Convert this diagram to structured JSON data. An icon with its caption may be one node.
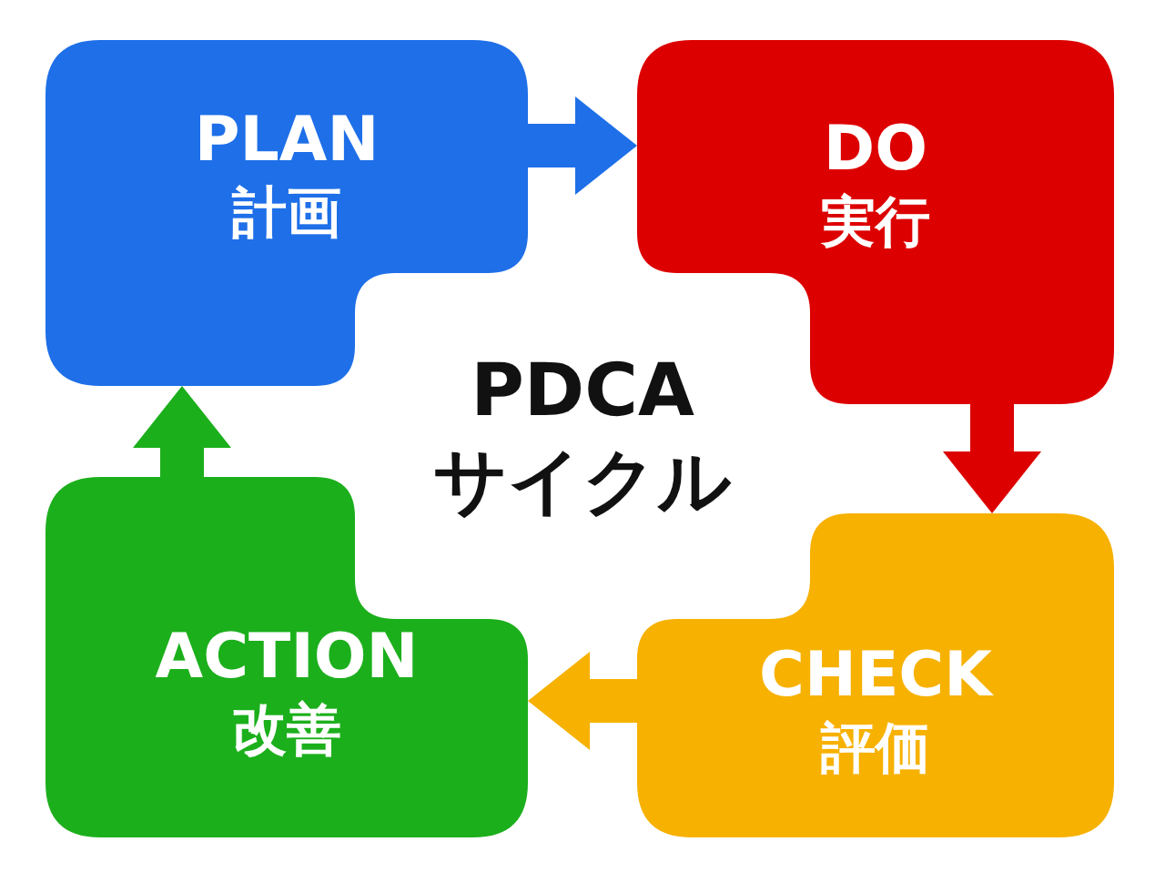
{
  "diagram": {
    "nodes": [
      {
        "text": [
          "PLAN",
          "計画"
        ]
      },
      {
        "text": [
          "DO",
          "実行"
        ]
      },
      {
        "text": [
          "CHECK",
          "評価"
        ]
      },
      {
        "text": [
          "ACTION",
          "改善"
        ]
      },
      {
        "text": [
          "PDCA サイクル"
        ]
      }
    ],
    "edges": [
      {
        "from": 0,
        "to": 1,
        "arrow": "to",
        "color": "#1e6fe8"
      },
      {
        "from": 1,
        "to": 2,
        "arrow": "to",
        "color": "#dd0000"
      },
      {
        "from": 2,
        "to": 3,
        "arrow": "to",
        "color": "#f7b100"
      },
      {
        "from": 3,
        "to": 0,
        "arrow": "to",
        "color": "#1caf1c"
      }
    ]
  }
}
